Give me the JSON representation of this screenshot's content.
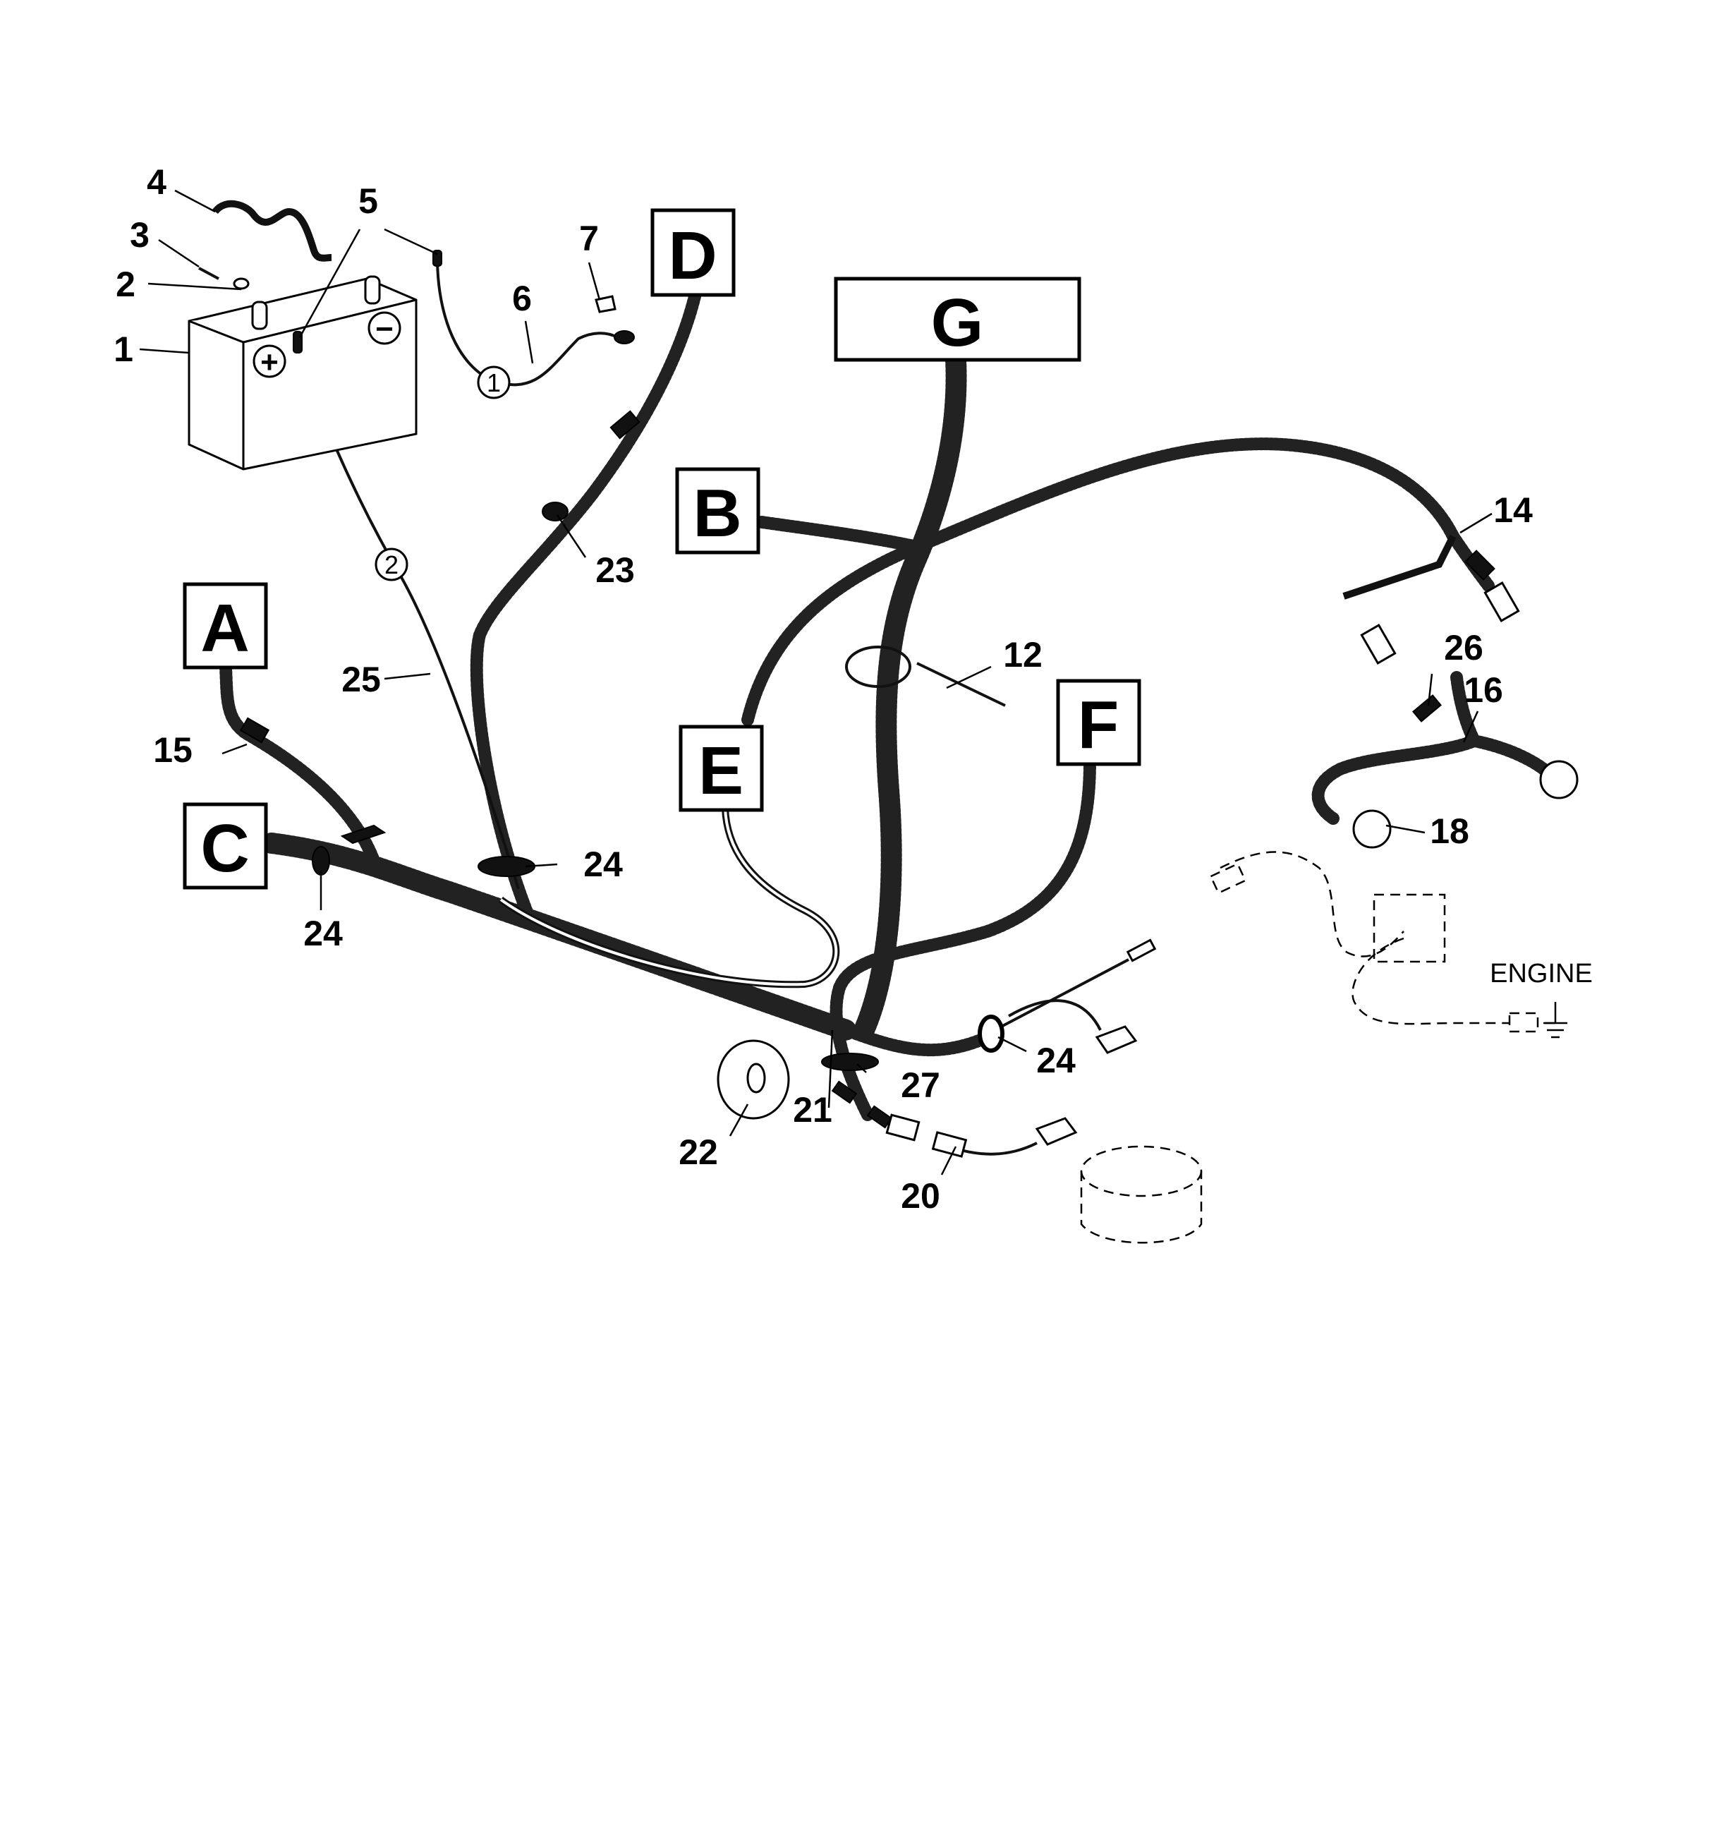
{
  "section_boxes": {
    "a": "A",
    "b": "B",
    "c": "C",
    "d": "D",
    "e": "E",
    "f": "F",
    "g": "G"
  },
  "callouts": {
    "c1": "1",
    "c2": "2",
    "c3": "3",
    "c4": "4",
    "c5": "5",
    "c6": "6",
    "c7": "7",
    "c12": "12",
    "c14": "14",
    "c15": "15",
    "c16": "16",
    "c18": "18",
    "c20": "20",
    "c21": "21",
    "c22": "22",
    "c23": "23",
    "c24a": "24",
    "c24b": "24",
    "c24c": "24",
    "c25": "25",
    "c26": "26",
    "c27": "27"
  },
  "circle_markers": {
    "m1": "1",
    "m2": "2"
  },
  "battery": {
    "plus": "+",
    "minus": "−"
  },
  "engine_label": "ENGINE"
}
